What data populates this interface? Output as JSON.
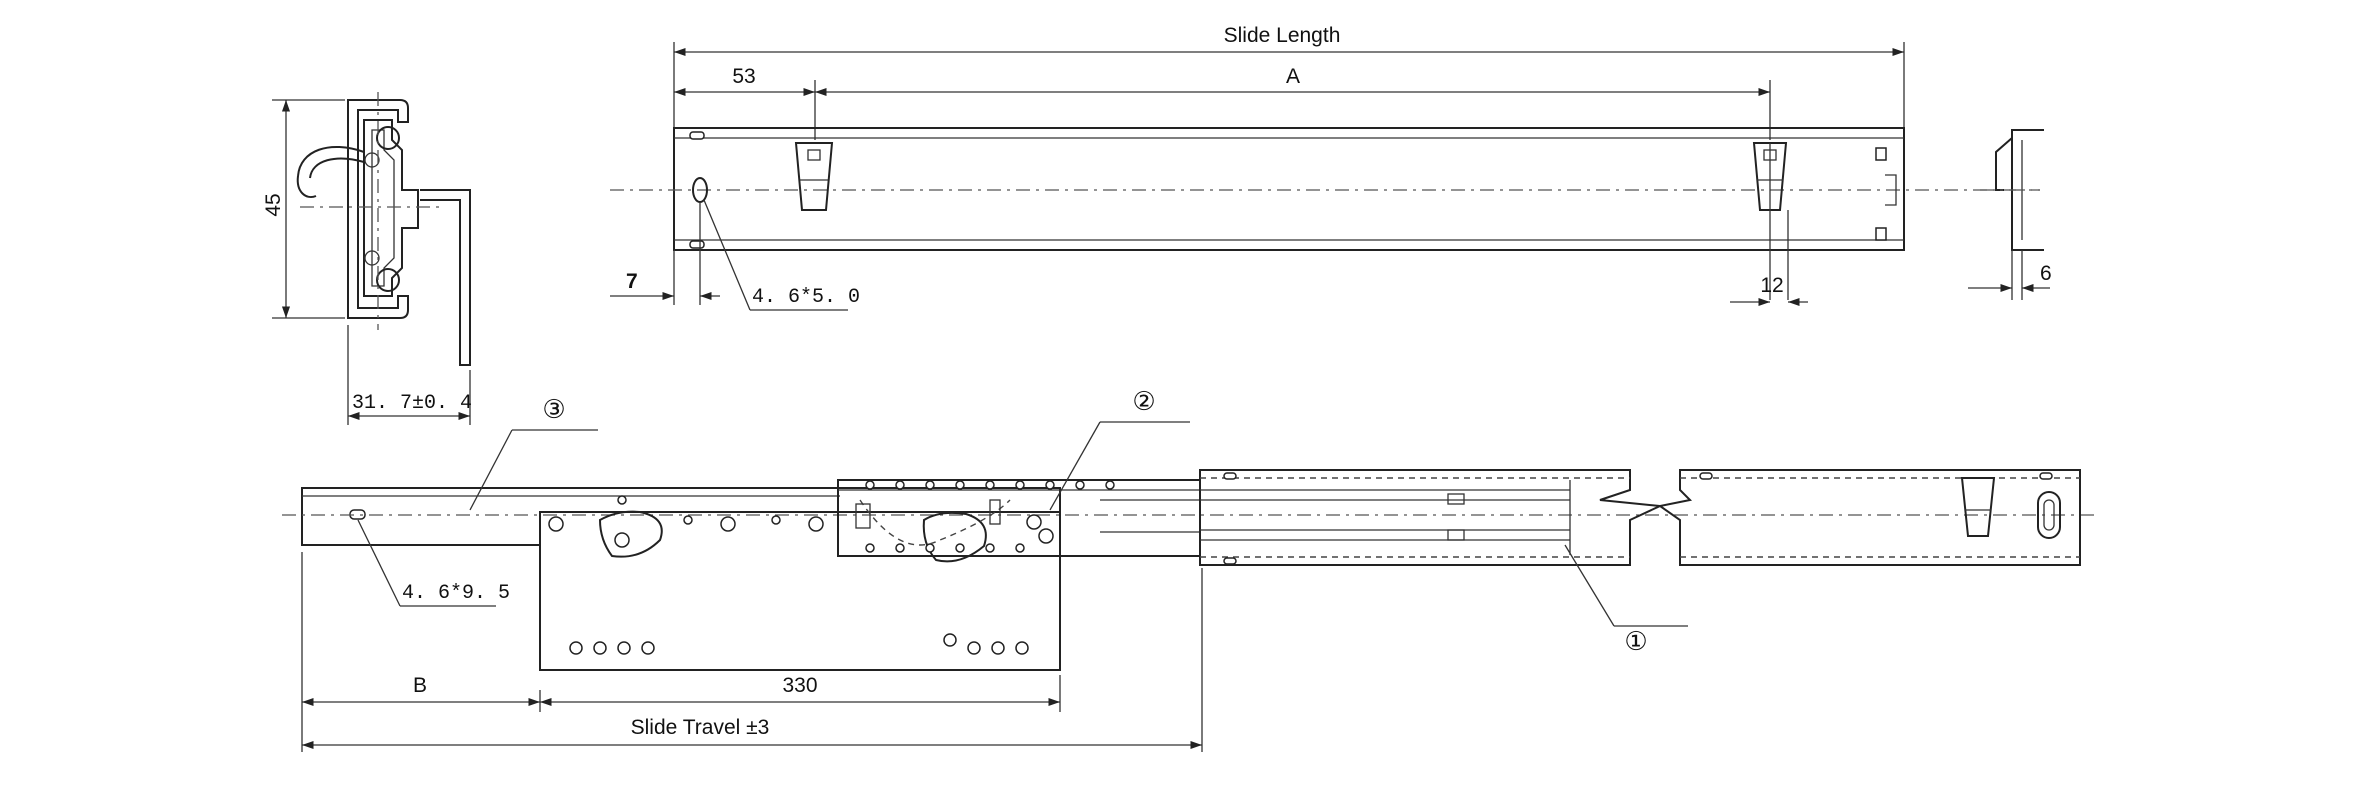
{
  "dimensions": {
    "slide_length": "Slide Length",
    "d53": "53",
    "dA": "A",
    "d7": "7",
    "hole_front": "4. 6*5. 0",
    "d12": "12",
    "d6": "6",
    "d45": "45",
    "width": "31. 7±0. 4",
    "hole_member": "4. 6*9. 5",
    "dB": "B",
    "d330": "330",
    "travel": "Slide Travel ±3"
  },
  "callouts": {
    "c1": "①",
    "c2": "②",
    "c3": "③"
  }
}
